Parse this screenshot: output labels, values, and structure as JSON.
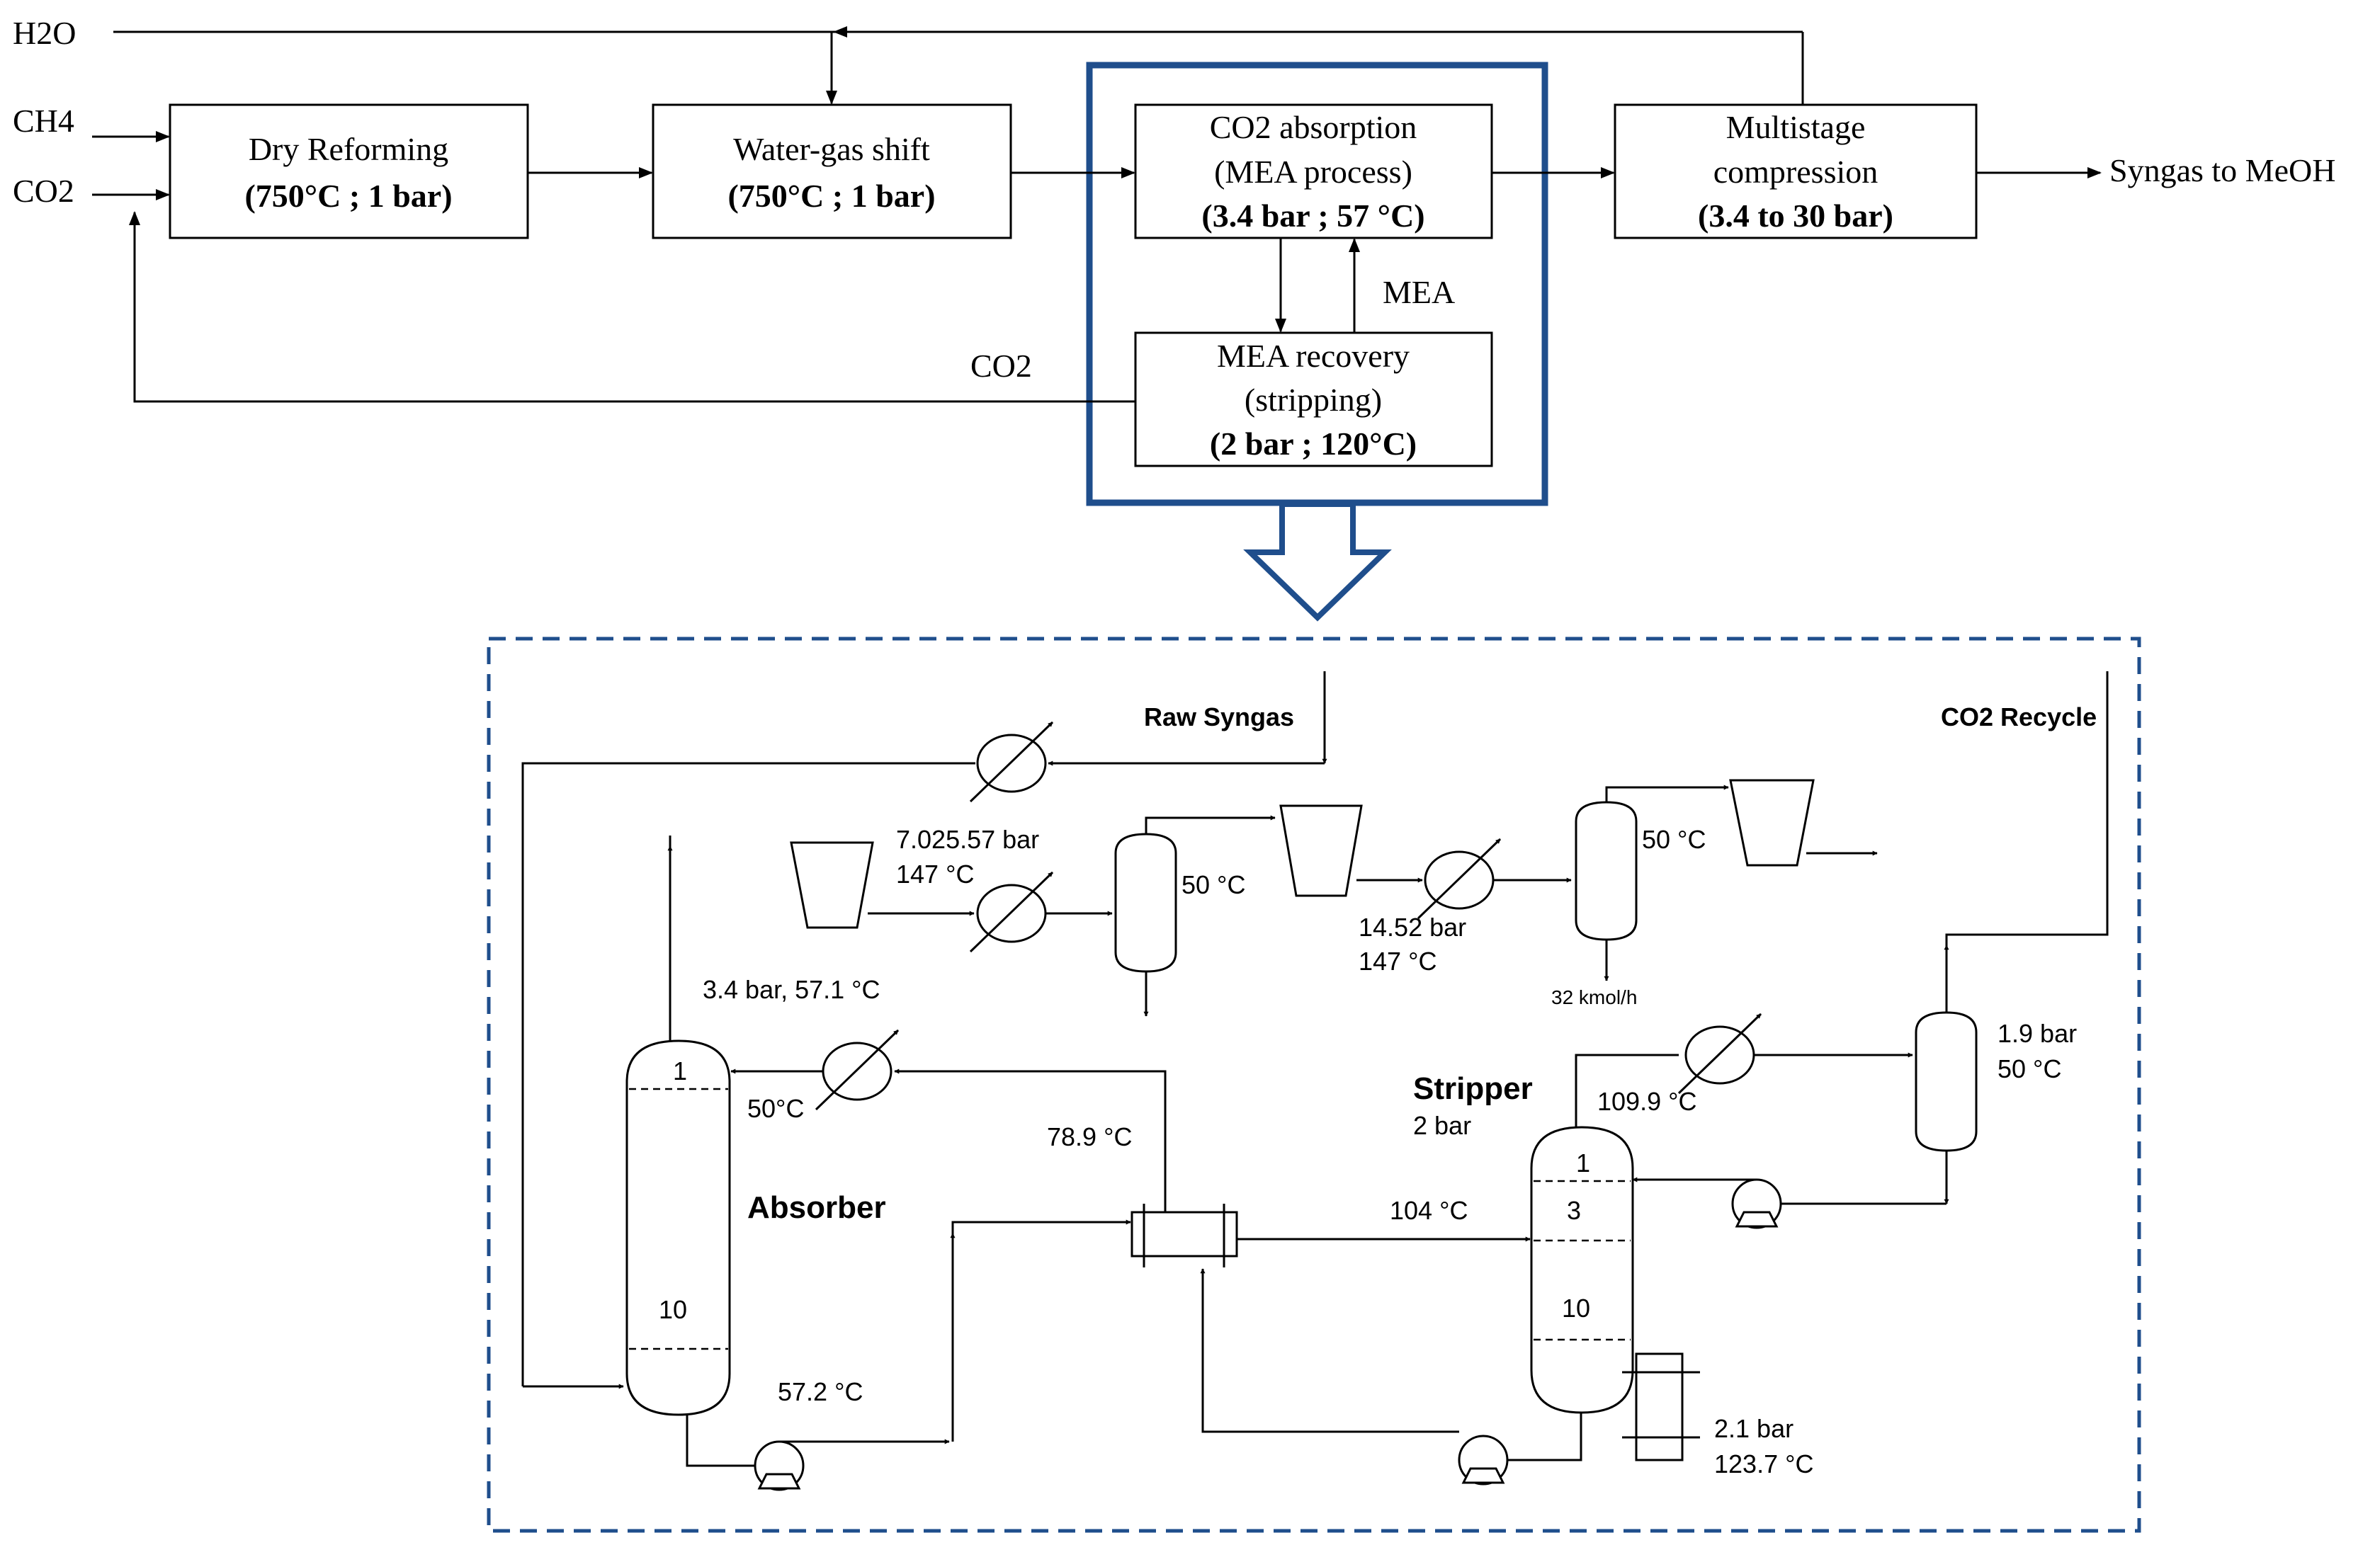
{
  "block_diagram": {
    "inputs": {
      "h2o": "H2O",
      "ch4": "CH4",
      "co2": "CO2"
    },
    "blocks": {
      "dry_reforming": {
        "name": "Dry Reforming",
        "conditions": "(750°C ; 1 bar)"
      },
      "water_gas_shift": {
        "name": "Water-gas shift",
        "conditions": "(750°C ; 1 bar)"
      },
      "co2_absorption": {
        "name_line1": "CO2 absorption",
        "name_line2": "(MEA process)",
        "conditions": "(3.4 bar ; 57 °C)"
      },
      "mea_recovery": {
        "name_line1": "MEA recovery",
        "name_line2": "(stripping)",
        "conditions": "(2 bar ; 120°C)"
      },
      "compression": {
        "name_line1": "Multistage",
        "name_line2": "compression",
        "conditions": "(3.4 to 30 bar)"
      }
    },
    "stream_labels": {
      "mea": "MEA",
      "co2_recycle": "CO2"
    },
    "output": "Syngas to MeOH"
  },
  "process_flow": {
    "raw_syngas": "Raw Syngas",
    "co2_recycle": "CO2 Recycle",
    "absorber": {
      "name": "Absorber",
      "stage_top": "1",
      "stage_bottom": "10"
    },
    "stripper": {
      "name": "Stripper",
      "pressure": "2 bar",
      "stage_top": "1",
      "stage_mid": "3",
      "stage_bottom": "10"
    },
    "conditions": {
      "compressor1_pressure": "7.025.57 bar",
      "compressor1_temp": "147 °C",
      "flash1_temp": "50 °C",
      "compressor2_pressure": "14.52 bar",
      "compressor2_temp": "147 °C",
      "flash2_temp": "50 °C",
      "flash2_bottoms": "32 kmol/h",
      "absorber_overhead": "3.4 bar, 57.1 °C",
      "lean_cooler": "50°C",
      "lean_return": "78.9 °C",
      "rich_feed": "104 °C",
      "absorber_bottoms": "57.2 °C",
      "stripper_overhead": "109.9 °C",
      "reflux_drum_pressure": "1.9 bar",
      "reflux_drum_temp": "50 °C",
      "reboiler_pressure": "2.1 bar",
      "reboiler_temp": "123.7 °C"
    }
  }
}
